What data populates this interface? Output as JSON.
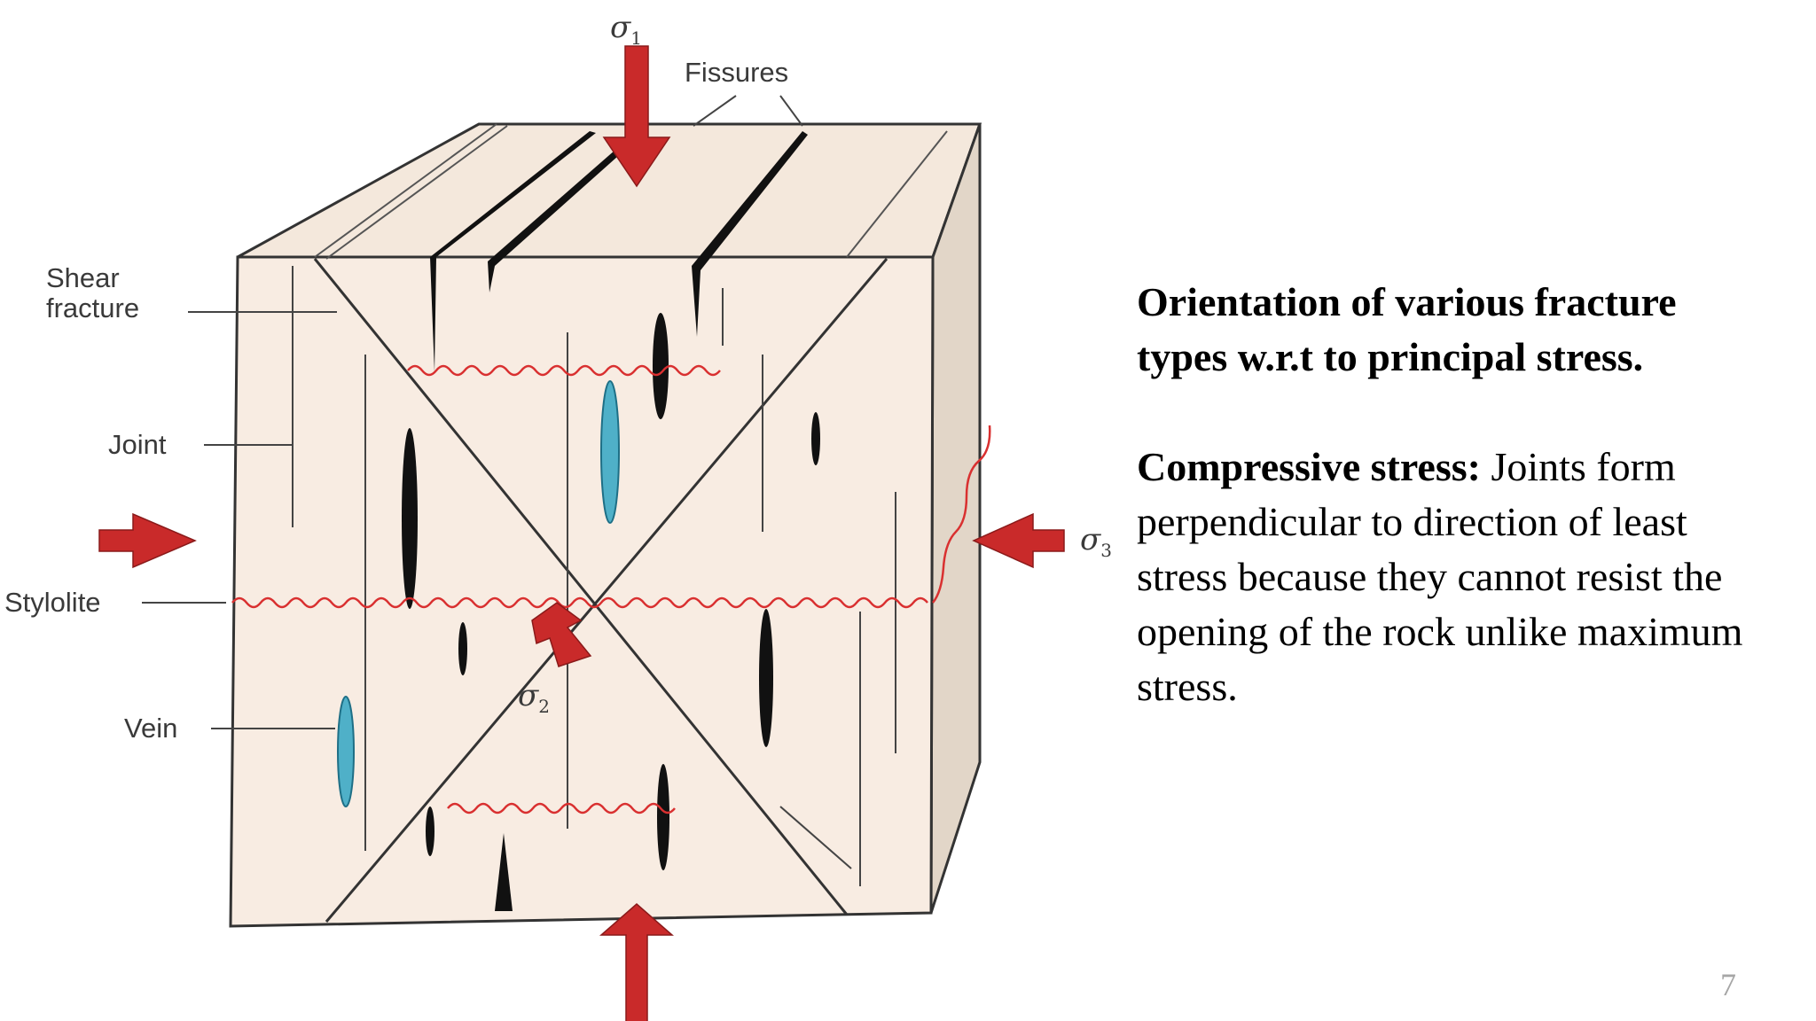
{
  "diagram": {
    "labels": {
      "shear_line1": "Shear",
      "shear_line2": "fracture",
      "joint": "Joint",
      "stylolite": "Stylolite",
      "vein": "Vein",
      "fissures": "Fissures"
    },
    "stress_symbols": {
      "sigma1": {
        "symbol": "σ",
        "subscript": "1"
      },
      "sigma2": {
        "symbol": "σ",
        "subscript": "2"
      },
      "sigma3": {
        "symbol": "σ",
        "subscript": "3"
      }
    },
    "colors": {
      "block_front": "#f8ece2",
      "block_top": "#f4e8dc",
      "block_side": "#e2d6c8",
      "stress_arrow": "#c92a2a",
      "vein": "#4fb0c8",
      "stylolite": "#d93030",
      "fissure": "#111111"
    }
  },
  "text": {
    "title": "Orientation of various fracture types w.r.t to principal stress.",
    "body_heading": "Compressive stress:",
    "body": " Joints form perpendicular to direction of least stress because they cannot resist the opening of the rock unlike maximum stress."
  },
  "page_number": "7"
}
